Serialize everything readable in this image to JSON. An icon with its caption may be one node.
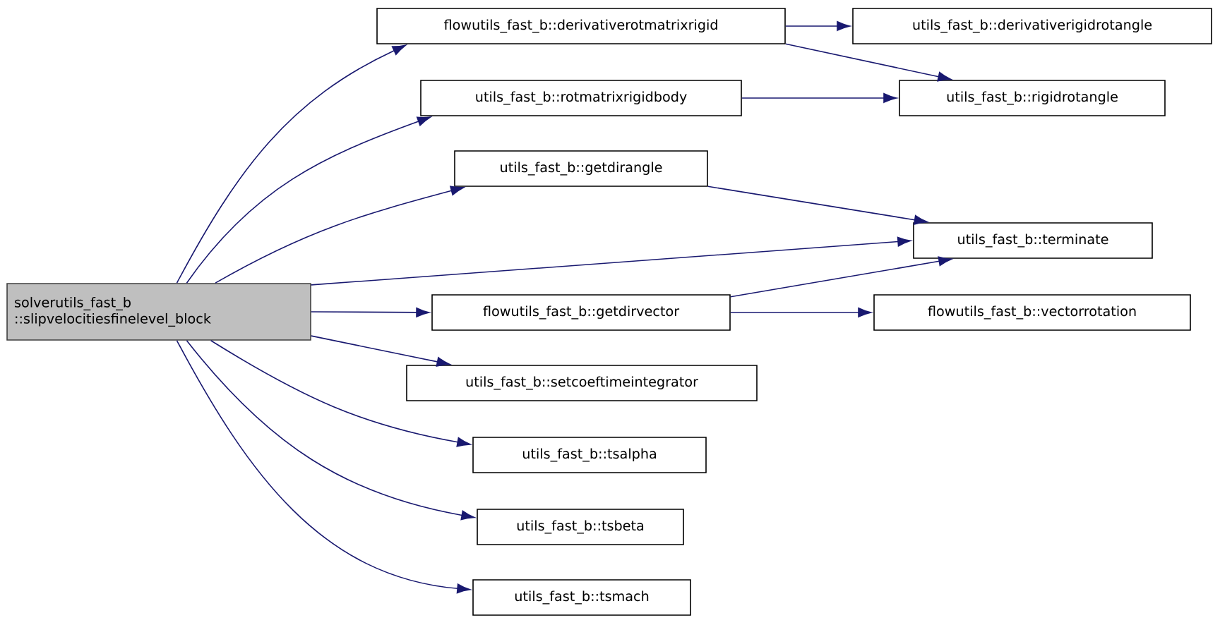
{
  "diagram": {
    "nodes": [
      {
        "text": [
          "solverutils_fast_b ::slipvelocitiesfinelevel_block"
        ]
      },
      {
        "text": [
          "flowutils_fast_b::derivativerotmatrixrigid"
        ]
      },
      {
        "text": [
          "utils_fast_b::derivativerigidrotangle"
        ]
      },
      {
        "text": [
          "utils_fast_b::rotmatrixrigidbody"
        ]
      },
      {
        "text": [
          "utils_fast_b::rigidrotangle"
        ]
      },
      {
        "text": [
          "utils_fast_b::getdirangle"
        ]
      },
      {
        "text": [
          "utils_fast_b::terminate"
        ]
      },
      {
        "text": [
          "flowutils_fast_b::getdirvector"
        ]
      },
      {
        "text": [
          "flowutils_fast_b::vectorrotation"
        ]
      },
      {
        "text": [
          "utils_fast_b::setcoeftimeintegrator"
        ]
      },
      {
        "text": [
          "utils_fast_b::tsalpha"
        ]
      },
      {
        "text": [
          "utils_fast_b::tsbeta"
        ]
      },
      {
        "text": [
          "utils_fast_b::tsmach"
        ]
      }
    ],
    "edges": [
      {
        "from": 0,
        "to": 1,
        "arrow": "to"
      },
      {
        "from": 0,
        "to": 3,
        "arrow": "to"
      },
      {
        "from": 0,
        "to": 5,
        "arrow": "to"
      },
      {
        "from": 0,
        "to": 6,
        "arrow": "to"
      },
      {
        "from": 0,
        "to": 7,
        "arrow": "to"
      },
      {
        "from": 0,
        "to": 9,
        "arrow": "to"
      },
      {
        "from": 0,
        "to": 10,
        "arrow": "to"
      },
      {
        "from": 0,
        "to": 11,
        "arrow": "to"
      },
      {
        "from": 0,
        "to": 12,
        "arrow": "to"
      },
      {
        "from": 1,
        "to": 2,
        "arrow": "to"
      },
      {
        "from": 1,
        "to": 4,
        "arrow": "to"
      },
      {
        "from": 3,
        "to": 4,
        "arrow": "to"
      },
      {
        "from": 5,
        "to": 6,
        "arrow": "to"
      },
      {
        "from": 7,
        "to": 6,
        "arrow": "to"
      },
      {
        "from": 7,
        "to": 8,
        "arrow": "to"
      }
    ]
  }
}
